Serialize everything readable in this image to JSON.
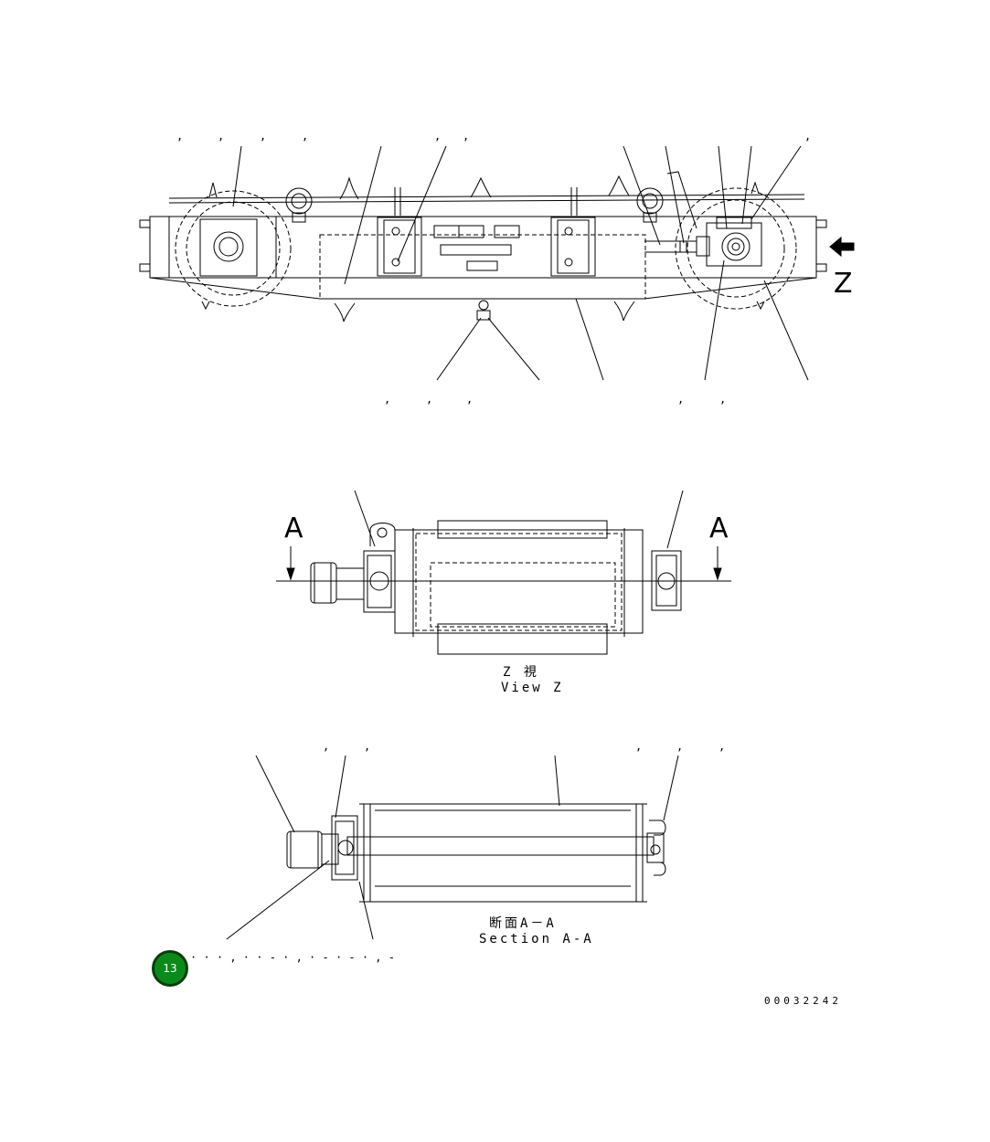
{
  "top_view": {
    "upper_marks": [
      ",",
      ",",
      ",",
      ",",
      ",",
      ","
    ],
    "lower_marks": [
      ",",
      ",",
      ",",
      ",",
      ","
    ],
    "right_mark": ",",
    "view_arrow_label": "Z"
  },
  "view_z": {
    "section_mark_left": "A",
    "section_mark_right": "A",
    "caption_jp": "Z 視",
    "caption_en": "View Z"
  },
  "section_aa": {
    "upper_marks": [
      ",",
      ",",
      ",",
      ",",
      ","
    ],
    "caption_jp": "断面A－A",
    "caption_en": "Section A-A"
  },
  "footer": {
    "badge_number": "13",
    "dotted_note": "· · · , · ·   ‐ · , · ‐ · ‐ · , ‐",
    "drawing_code": "00032242"
  },
  "colors": {
    "badge": "#0a8a1a",
    "lines": "#000000"
  }
}
